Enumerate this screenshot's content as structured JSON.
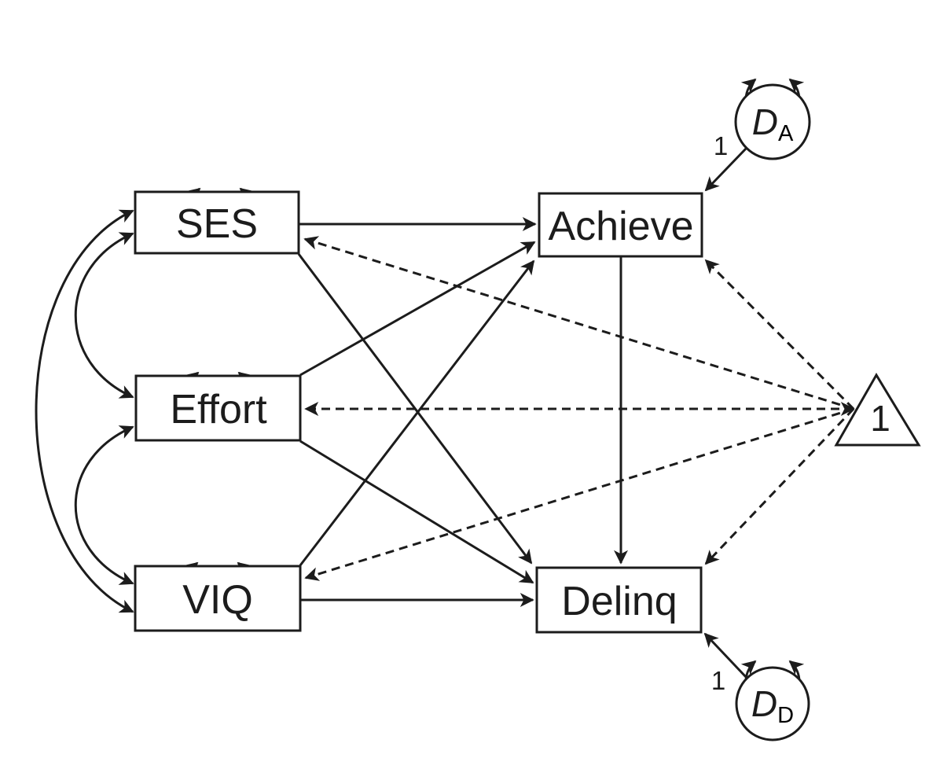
{
  "figure": {
    "type": "structural-equation-path-diagram",
    "background_color": "#ffffff",
    "line_color": "#1c1c1c"
  },
  "nodes": {
    "ses": {
      "label": "SES",
      "shape": "rectangle",
      "role": "exogenous-observed"
    },
    "effort": {
      "label": "Effort",
      "shape": "rectangle",
      "role": "exogenous-observed"
    },
    "viq": {
      "label": "VIQ",
      "shape": "rectangle",
      "role": "exogenous-observed"
    },
    "achieve": {
      "label": "Achieve",
      "shape": "rectangle",
      "role": "endogenous-observed"
    },
    "delinq": {
      "label": "Delinq",
      "shape": "rectangle",
      "role": "endogenous-observed"
    },
    "disturbance_a": {
      "label_main": "D",
      "label_sub": "A",
      "shape": "circle",
      "role": "disturbance"
    },
    "disturbance_d": {
      "label_main": "D",
      "label_sub": "D",
      "shape": "circle",
      "role": "disturbance"
    },
    "constant": {
      "label": "1",
      "shape": "triangle",
      "role": "constant"
    }
  },
  "edge_labels": {
    "da_to_achieve": "1",
    "dd_to_delinq": "1"
  },
  "edges": [
    {
      "from": "ses",
      "to": "achieve",
      "style": "solid",
      "heads": "single"
    },
    {
      "from": "ses",
      "to": "delinq",
      "style": "solid",
      "heads": "single"
    },
    {
      "from": "effort",
      "to": "achieve",
      "style": "solid",
      "heads": "single"
    },
    {
      "from": "effort",
      "to": "delinq",
      "style": "solid",
      "heads": "single"
    },
    {
      "from": "viq",
      "to": "achieve",
      "style": "solid",
      "heads": "single"
    },
    {
      "from": "viq",
      "to": "delinq",
      "style": "solid",
      "heads": "single"
    },
    {
      "from": "achieve",
      "to": "delinq",
      "style": "solid",
      "heads": "single"
    },
    {
      "from": "disturbance_a",
      "to": "achieve",
      "style": "solid",
      "heads": "single",
      "label": "1"
    },
    {
      "from": "disturbance_d",
      "to": "delinq",
      "style": "solid",
      "heads": "single",
      "label": "1"
    },
    {
      "from": "ses",
      "to": "effort",
      "style": "curved",
      "heads": "double"
    },
    {
      "from": "effort",
      "to": "viq",
      "style": "curved",
      "heads": "double"
    },
    {
      "from": "ses",
      "to": "viq",
      "style": "curved",
      "heads": "double"
    },
    {
      "from": "ses",
      "to": "ses",
      "style": "self-loop",
      "heads": "double"
    },
    {
      "from": "effort",
      "to": "effort",
      "style": "self-loop",
      "heads": "double"
    },
    {
      "from": "viq",
      "to": "viq",
      "style": "self-loop",
      "heads": "double"
    },
    {
      "from": "disturbance_a",
      "to": "disturbance_a",
      "style": "self-loop",
      "heads": "double"
    },
    {
      "from": "disturbance_d",
      "to": "disturbance_d",
      "style": "self-loop",
      "heads": "double"
    },
    {
      "from": "constant",
      "to": "ses",
      "style": "dashed",
      "heads": "single"
    },
    {
      "from": "constant",
      "to": "effort",
      "style": "dashed",
      "heads": "double"
    },
    {
      "from": "constant",
      "to": "viq",
      "style": "dashed",
      "heads": "single"
    },
    {
      "from": "constant",
      "to": "achieve",
      "style": "dashed",
      "heads": "single"
    },
    {
      "from": "constant",
      "to": "delinq",
      "style": "dashed",
      "heads": "single"
    }
  ]
}
